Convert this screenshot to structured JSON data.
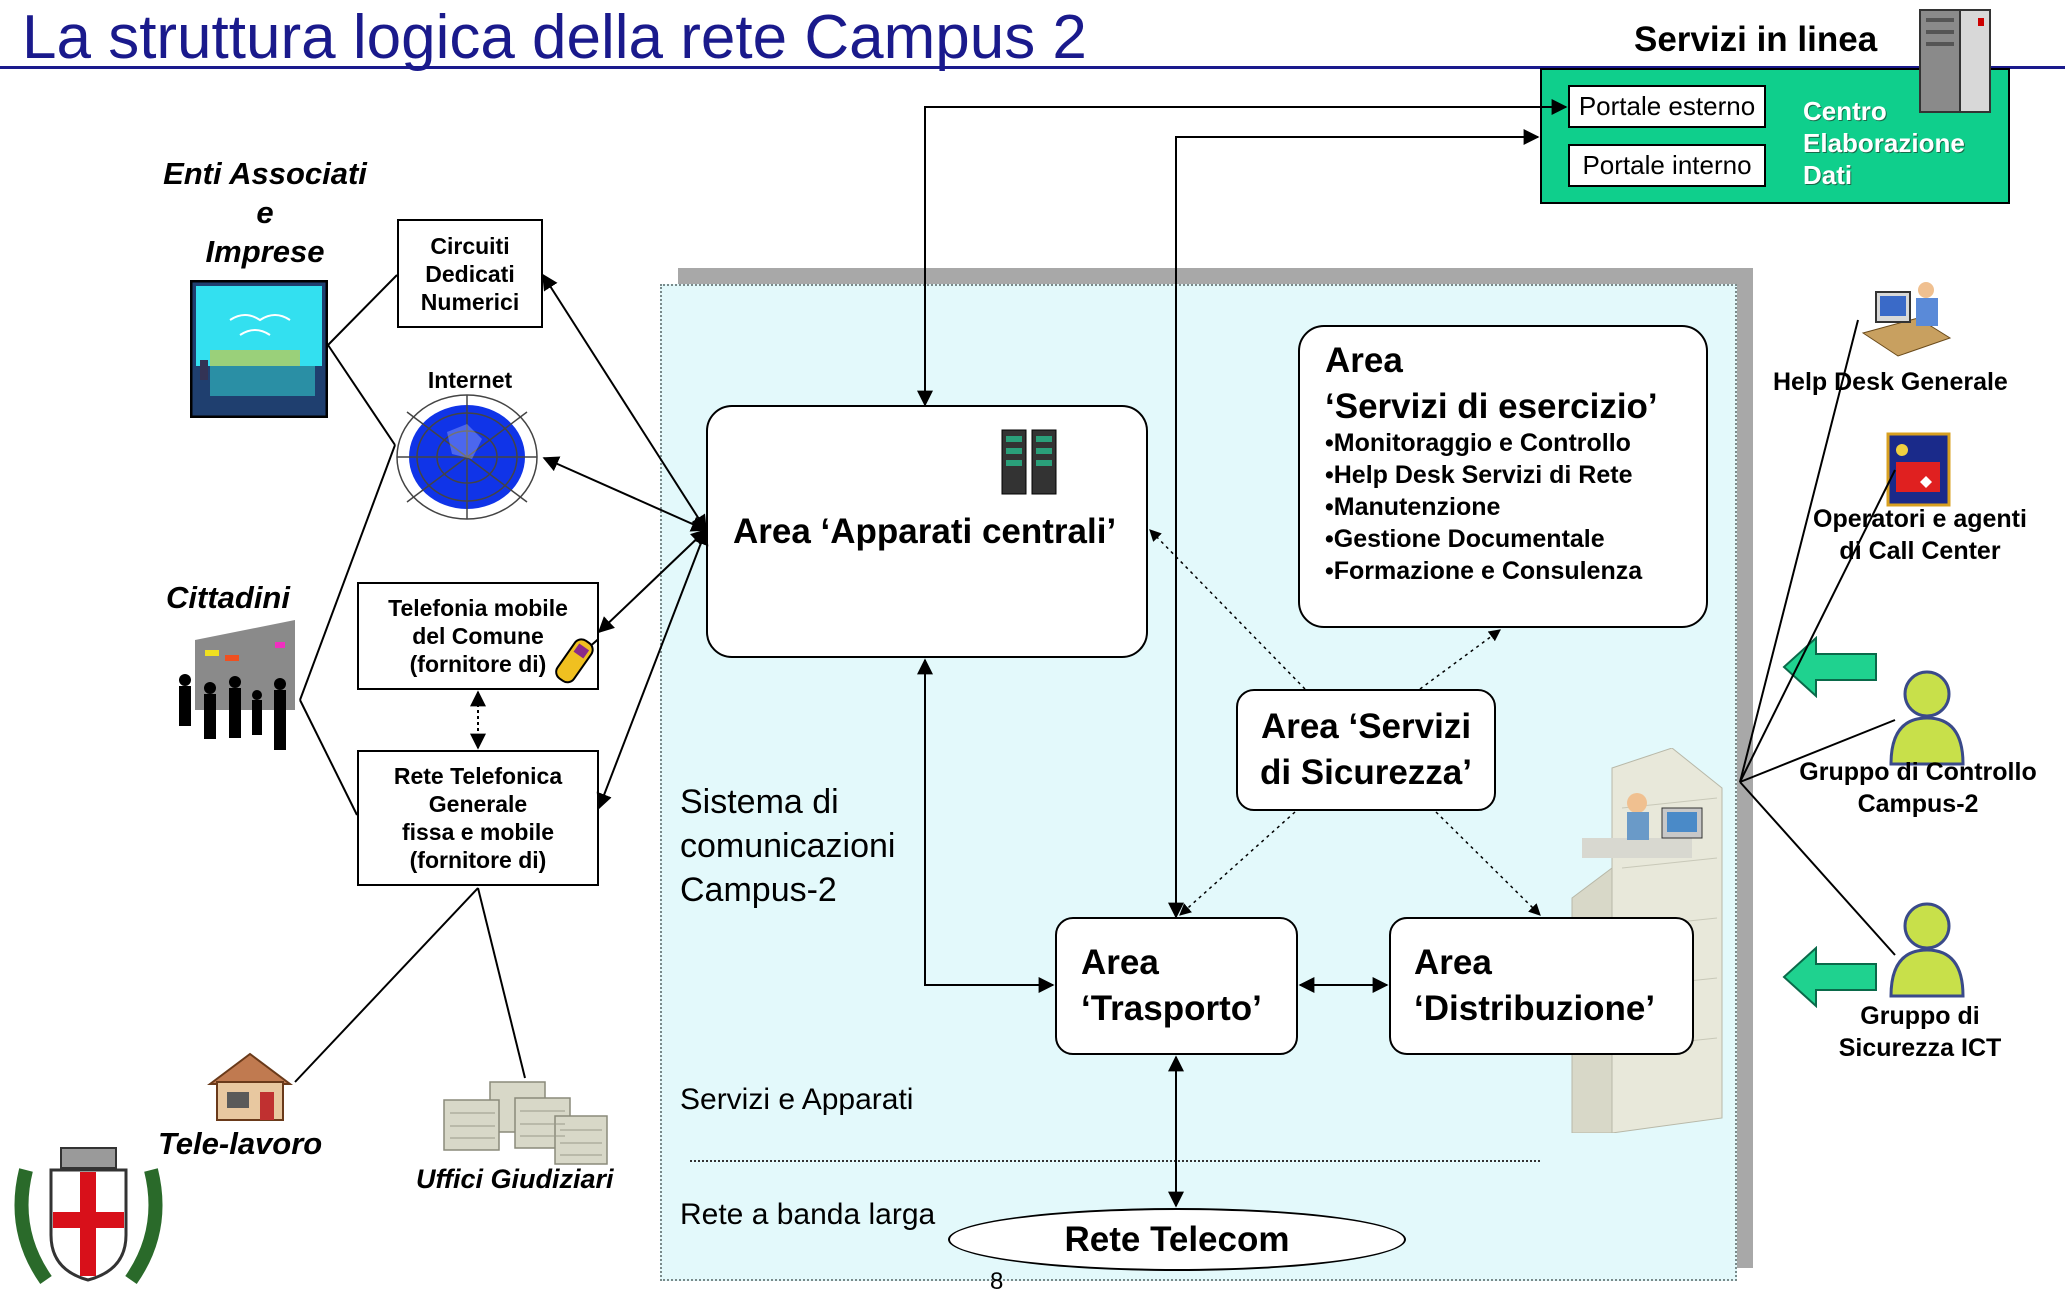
{
  "title": "La struttura logica della rete Campus 2",
  "servizi_header": "Servizi in linea",
  "ced": {
    "portale_esterno": "Portale esterno",
    "portale_interno": "Portale interno",
    "label": [
      "Centro",
      "Elaborazione",
      "Dati"
    ]
  },
  "left": {
    "enti": [
      "Enti Associati",
      "e",
      "Imprese"
    ],
    "circuiti": [
      "Circuiti",
      "Dedicati",
      "Numerici"
    ],
    "internet": "Internet",
    "cittadini": "Cittadini",
    "telefonia": [
      "Telefonia mobile",
      "del Comune",
      "(fornitore di)"
    ],
    "rete_telefonica": [
      "Rete Telefonica",
      "Generale",
      "fissa e mobile",
      "(fornitore di)"
    ],
    "tele_lavoro": "Tele-lavoro",
    "uffici": "Uffici Giudiziari"
  },
  "campus": {
    "sistema": [
      "Sistema di",
      "comunicazioni",
      "Campus-2"
    ],
    "apparati": "Area ‘Apparati centrali’",
    "esercizio_title": [
      "Area",
      "‘Servizi di esercizio’"
    ],
    "esercizio_items": [
      "•Monitoraggio e Controllo",
      "•Help Desk Servizi di Rete",
      "•Manutenzione",
      "•Gestione Documentale",
      "•Formazione e Consulenza"
    ],
    "sicurezza": [
      "Area ‘Servizi",
      "di Sicurezza’"
    ],
    "trasporto": [
      "Area",
      "‘Trasporto’"
    ],
    "distribuzione": [
      "Area",
      "‘Distribuzione’"
    ],
    "servizi_apparati": "Servizi e Apparati",
    "rete_banda": "Rete a banda larga",
    "rete_telecom": "Rete Telecom",
    "page_number": "8"
  },
  "right": {
    "help_desk": "Help Desk Generale",
    "operatori": [
      "Operatori e agenti",
      "di Call Center"
    ],
    "gruppo_controllo": [
      "Gruppo di Controllo",
      "Campus-2"
    ],
    "gruppo_sicurezza": [
      "Gruppo di",
      "Sicurezza ICT"
    ]
  },
  "colors": {
    "title": "#1a1a8c",
    "campus_bg": "#e3f9fb",
    "ced_green": "#0fcf8c",
    "arrow_green": "#1fd28f",
    "person_yellow": "#c8e04a"
  }
}
